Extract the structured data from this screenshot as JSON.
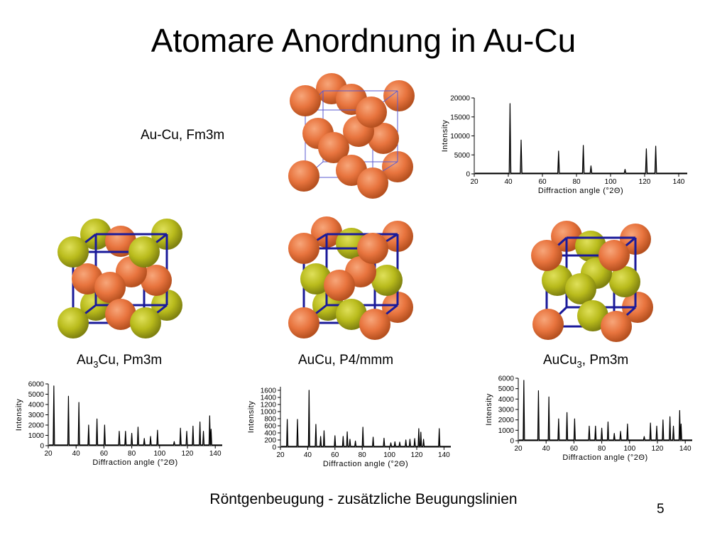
{
  "slide": {
    "title": "Atomare Anordnung in Au-Cu",
    "footer": "Röntgenbeugung - zusätzliche Beugungslinien",
    "page_number": "5"
  },
  "structures": [
    {
      "base": "Au-Cu, Fm3m",
      "parts": [
        {
          "t": "Au-Cu, Fm3m",
          "sub": false
        }
      ]
    },
    {
      "parts": [
        {
          "t": "Au",
          "sub": false
        },
        {
          "t": "3",
          "sub": true
        },
        {
          "t": "Cu, Pm3m",
          "sub": false
        }
      ]
    },
    {
      "parts": [
        {
          "t": "AuCu, P4/mmm",
          "sub": false
        }
      ]
    },
    {
      "parts": [
        {
          "t": "AuCu",
          "sub": false
        },
        {
          "t": "3",
          "sub": true
        },
        {
          "t": ", Pm3m",
          "sub": false
        }
      ]
    }
  ],
  "colors": {
    "copper_atom": "#e8743e",
    "gold_atom": "#b9bb1c",
    "cell_edge_fcc": "#5a5ad0",
    "cell_edge_ordered": "#1a1a9a",
    "plot_line": "#000000"
  },
  "chart_data": [
    {
      "type": "line",
      "name": "Au-Cu, Fm3m",
      "xlabel": "Diffraction angle (°2Θ)",
      "ylabel": "Intensity",
      "xlim": [
        20,
        145
      ],
      "ylim": [
        0,
        20000
      ],
      "xticks": [
        20,
        40,
        60,
        80,
        100,
        120,
        140
      ],
      "yticks": [
        0,
        5000,
        10000,
        15000,
        20000
      ],
      "peaks": [
        [
          41,
          18500
        ],
        [
          47.5,
          8900
        ],
        [
          69.5,
          6000
        ],
        [
          84,
          7500
        ],
        [
          88.5,
          2100
        ],
        [
          108.5,
          1200
        ],
        [
          121,
          6600
        ],
        [
          126.5,
          7300
        ]
      ]
    },
    {
      "type": "line",
      "name": "Au3Cu, Pm3m",
      "xlabel": "Diffraction angle (°2Θ)",
      "ylabel": "Intensity",
      "xlim": [
        20,
        145
      ],
      "ylim": [
        0,
        6000
      ],
      "xticks": [
        20,
        40,
        60,
        80,
        100,
        120,
        140
      ],
      "yticks": [
        0,
        1000,
        2000,
        3000,
        4000,
        5000,
        6000
      ],
      "peaks": [
        [
          24,
          5800
        ],
        [
          34.5,
          4800
        ],
        [
          42,
          4200
        ],
        [
          49,
          2000
        ],
        [
          55,
          2600
        ],
        [
          60.5,
          2000
        ],
        [
          71,
          1400
        ],
        [
          75.5,
          1400
        ],
        [
          80,
          1200
        ],
        [
          84.5,
          1800
        ],
        [
          89,
          700
        ],
        [
          93.5,
          900
        ],
        [
          98.5,
          1500
        ],
        [
          110.5,
          400
        ],
        [
          115,
          1700
        ],
        [
          119.5,
          1400
        ],
        [
          124,
          1900
        ],
        [
          129,
          2300
        ],
        [
          131.5,
          1400
        ],
        [
          136,
          2900
        ],
        [
          137,
          1600
        ]
      ]
    },
    {
      "type": "line",
      "name": "AuCu, P4/mmm",
      "xlabel": "Diffraction angle (°2Θ)",
      "ylabel": "Intensity",
      "xlim": [
        20,
        145
      ],
      "ylim": [
        0,
        1700
      ],
      "xticks": [
        20,
        40,
        60,
        80,
        100,
        120,
        140
      ],
      "yticks": [
        0,
        200,
        400,
        600,
        800,
        1000,
        1200,
        1400,
        1600
      ],
      "peaks": [
        [
          25,
          780
        ],
        [
          32.5,
          780
        ],
        [
          41,
          1600
        ],
        [
          46,
          640
        ],
        [
          49.5,
          300
        ],
        [
          52,
          460
        ],
        [
          60,
          320
        ],
        [
          66,
          300
        ],
        [
          69,
          430
        ],
        [
          71,
          220
        ],
        [
          75,
          170
        ],
        [
          80.5,
          560
        ],
        [
          88,
          280
        ],
        [
          96,
          250
        ],
        [
          101,
          120
        ],
        [
          104,
          150
        ],
        [
          107.5,
          140
        ],
        [
          112,
          200
        ],
        [
          115,
          220
        ],
        [
          118.5,
          240
        ],
        [
          121.5,
          520
        ],
        [
          123,
          420
        ],
        [
          125,
          220
        ],
        [
          136.5,
          520
        ]
      ]
    },
    {
      "type": "line",
      "name": "AuCu3, Pm3m",
      "xlabel": "Diffraction angle (°2Θ)",
      "ylabel": "Intensity",
      "xlim": [
        20,
        145
      ],
      "ylim": [
        0,
        6000
      ],
      "xticks": [
        20,
        40,
        60,
        80,
        100,
        120,
        140
      ],
      "yticks": [
        0,
        1000,
        2000,
        3000,
        4000,
        5000,
        6000
      ],
      "peaks": [
        [
          24,
          5800
        ],
        [
          34.5,
          4800
        ],
        [
          42,
          4200
        ],
        [
          49,
          2100
        ],
        [
          55,
          2700
        ],
        [
          60.5,
          2100
        ],
        [
          71,
          1400
        ],
        [
          75.5,
          1400
        ],
        [
          80,
          1200
        ],
        [
          84.5,
          1800
        ],
        [
          89,
          700
        ],
        [
          93.5,
          900
        ],
        [
          98.5,
          1600
        ],
        [
          110.5,
          400
        ],
        [
          115,
          1700
        ],
        [
          119.5,
          1400
        ],
        [
          124,
          2000
        ],
        [
          129,
          2300
        ],
        [
          131.5,
          1400
        ],
        [
          136,
          2900
        ],
        [
          137,
          1600
        ]
      ]
    }
  ]
}
